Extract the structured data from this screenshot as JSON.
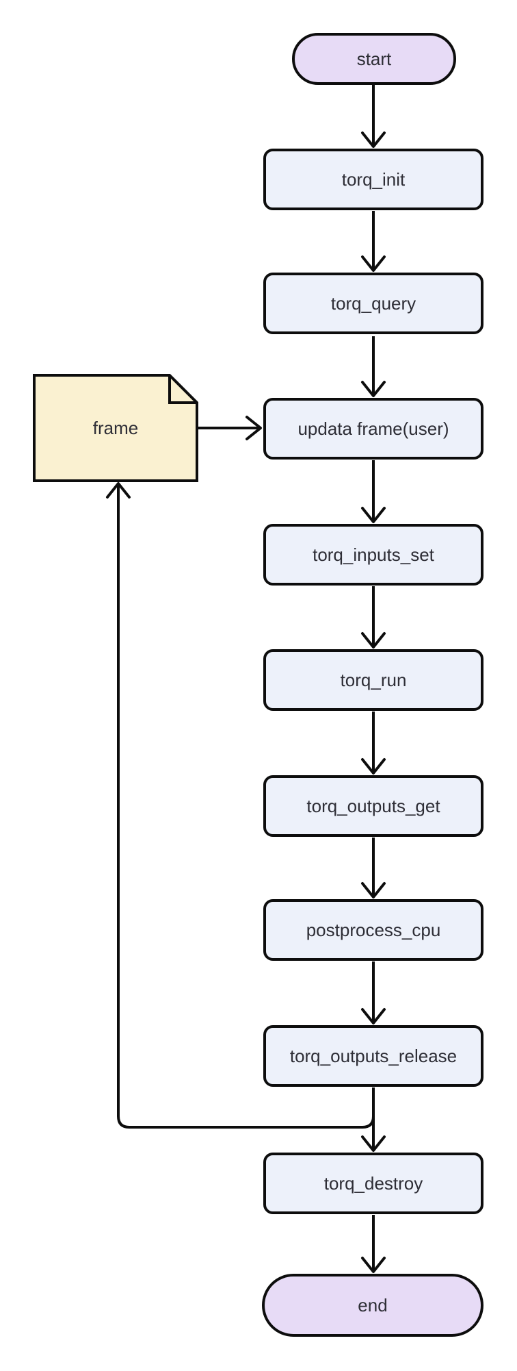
{
  "diagram": {
    "type": "flowchart",
    "direction": "top-down",
    "colors": {
      "stroke": "#0d0d0d",
      "text": "#2e2e36",
      "process_fill": "#edf1fa",
      "terminal_fill": "#e7dbf6",
      "note_fill": "#faf1d1",
      "background": "#ffffff"
    },
    "nodes": [
      {
        "id": "start",
        "label": "start",
        "shape": "stadium"
      },
      {
        "id": "torq_init",
        "label": "torq_init",
        "shape": "rect"
      },
      {
        "id": "torq_query",
        "label": "torq_query",
        "shape": "rect"
      },
      {
        "id": "update_frame",
        "label": "updata frame(user)",
        "shape": "rect"
      },
      {
        "id": "torq_inputs_set",
        "label": "torq_inputs_set",
        "shape": "rect"
      },
      {
        "id": "torq_run",
        "label": "torq_run",
        "shape": "rect"
      },
      {
        "id": "torq_outputs_get",
        "label": "torq_outputs_get",
        "shape": "rect"
      },
      {
        "id": "postprocess_cpu",
        "label": "postprocess_cpu",
        "shape": "rect"
      },
      {
        "id": "torq_outputs_release",
        "label": "torq_outputs_release",
        "shape": "rect"
      },
      {
        "id": "torq_destroy",
        "label": "torq_destroy",
        "shape": "rect"
      },
      {
        "id": "end",
        "label": "end",
        "shape": "stadium"
      },
      {
        "id": "frame",
        "label": "frame",
        "shape": "note"
      }
    ],
    "edges": [
      {
        "from": "start",
        "to": "torq_init"
      },
      {
        "from": "torq_init",
        "to": "torq_query"
      },
      {
        "from": "torq_query",
        "to": "update_frame"
      },
      {
        "from": "frame",
        "to": "update_frame"
      },
      {
        "from": "update_frame",
        "to": "torq_inputs_set"
      },
      {
        "from": "torq_inputs_set",
        "to": "torq_run"
      },
      {
        "from": "torq_run",
        "to": "torq_outputs_get"
      },
      {
        "from": "torq_outputs_get",
        "to": "postprocess_cpu"
      },
      {
        "from": "postprocess_cpu",
        "to": "torq_outputs_release"
      },
      {
        "from": "torq_outputs_release",
        "to": "torq_destroy"
      },
      {
        "from": "torq_outputs_release",
        "to": "frame"
      },
      {
        "from": "torq_destroy",
        "to": "end"
      }
    ]
  }
}
